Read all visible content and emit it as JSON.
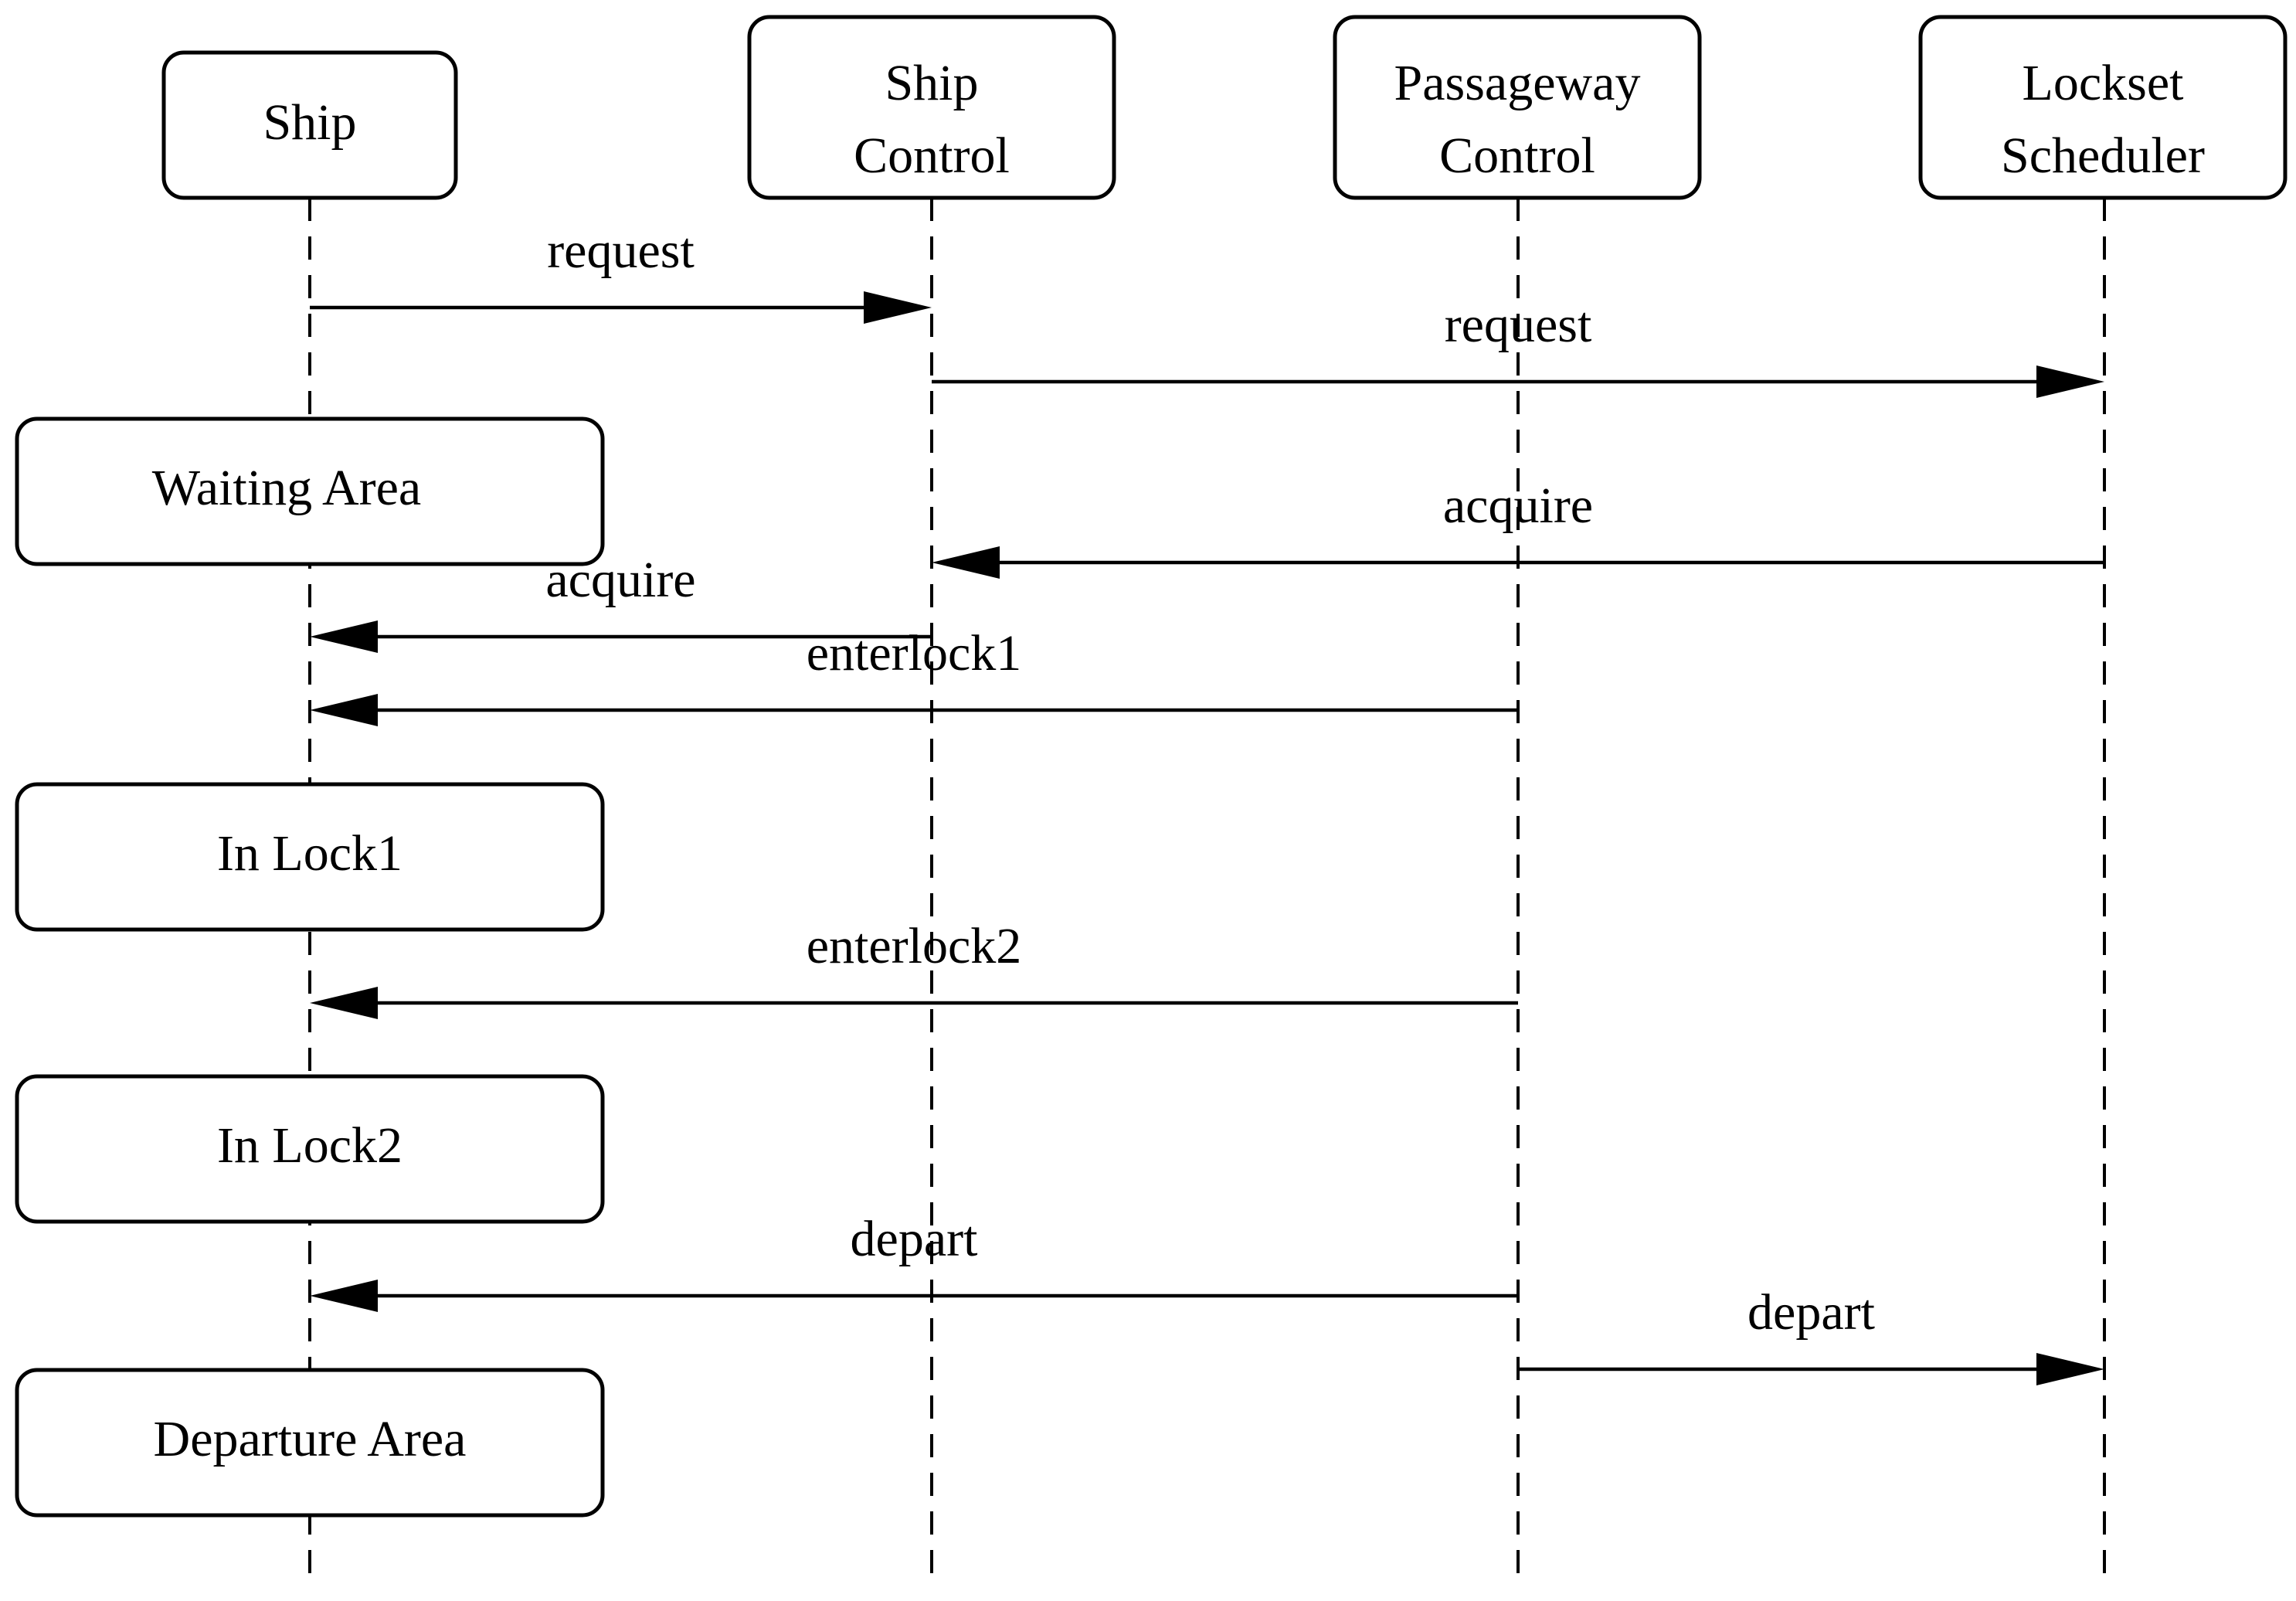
{
  "participants": [
    {
      "id": "ship",
      "lines": [
        "Ship"
      ]
    },
    {
      "id": "ship_control",
      "lines": [
        "Ship",
        "Control"
      ]
    },
    {
      "id": "passageway_control",
      "lines": [
        "Passageway",
        "Control"
      ]
    },
    {
      "id": "lockset_scheduler",
      "lines": [
        "Lockset",
        "Scheduler"
      ]
    }
  ],
  "states": [
    {
      "id": "waiting_area",
      "label": "Waiting Area"
    },
    {
      "id": "in_lock1",
      "label": "In Lock1"
    },
    {
      "id": "in_lock2",
      "label": "In Lock2"
    },
    {
      "id": "departure_area",
      "label": "Departure Area"
    }
  ],
  "messages": [
    {
      "from": "ship",
      "to": "ship_control",
      "label": "request"
    },
    {
      "from": "ship_control",
      "to": "lockset_scheduler",
      "label": "request"
    },
    {
      "from": "lockset_scheduler",
      "to": "ship_control",
      "label": "acquire"
    },
    {
      "from": "ship_control",
      "to": "ship",
      "label": "acquire"
    },
    {
      "from": "passageway_control",
      "to": "ship",
      "label": "enterlock1"
    },
    {
      "from": "passageway_control",
      "to": "ship",
      "label": "enterlock2"
    },
    {
      "from": "passageway_control",
      "to": "ship",
      "label": "depart"
    },
    {
      "from": "passageway_control",
      "to": "lockset_scheduler",
      "label": "depart"
    }
  ]
}
